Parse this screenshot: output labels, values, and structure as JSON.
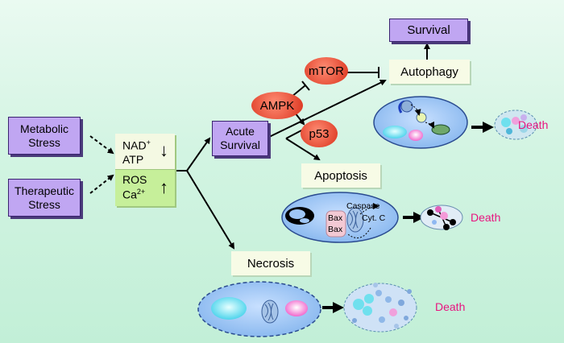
{
  "stresses": {
    "metabolic": "Metabolic Stress",
    "therapeutic": "Therapeutic Stress"
  },
  "energy": {
    "nad": "NAD",
    "nad_sup": "+",
    "atp": "ATP",
    "ros": "ROS",
    "ca": "Ca",
    "ca_sup": "2+",
    "down_arrow": "↓",
    "up_arrow": "↑"
  },
  "acute_survival": "Acute Survival",
  "ampk": "AMPK",
  "mtor": "mTOR",
  "p53": "p53",
  "autophagy": "Autophagy",
  "survival": "Survival",
  "apoptosis": "Apoptosis",
  "necrosis": "Necrosis",
  "caspase": "Caspase",
  "cyt_c": "Cyt. C",
  "bax_1": "Bax",
  "bax_2": "Bax",
  "death_labels": [
    "Death",
    "Death",
    "Death"
  ],
  "colors": {
    "purple_box": "#c0a6f2",
    "red_oval": "#e8442e",
    "cell": "#9fc6f5",
    "death_text": "#e8137f",
    "energy_box": "#c6ef9a"
  }
}
